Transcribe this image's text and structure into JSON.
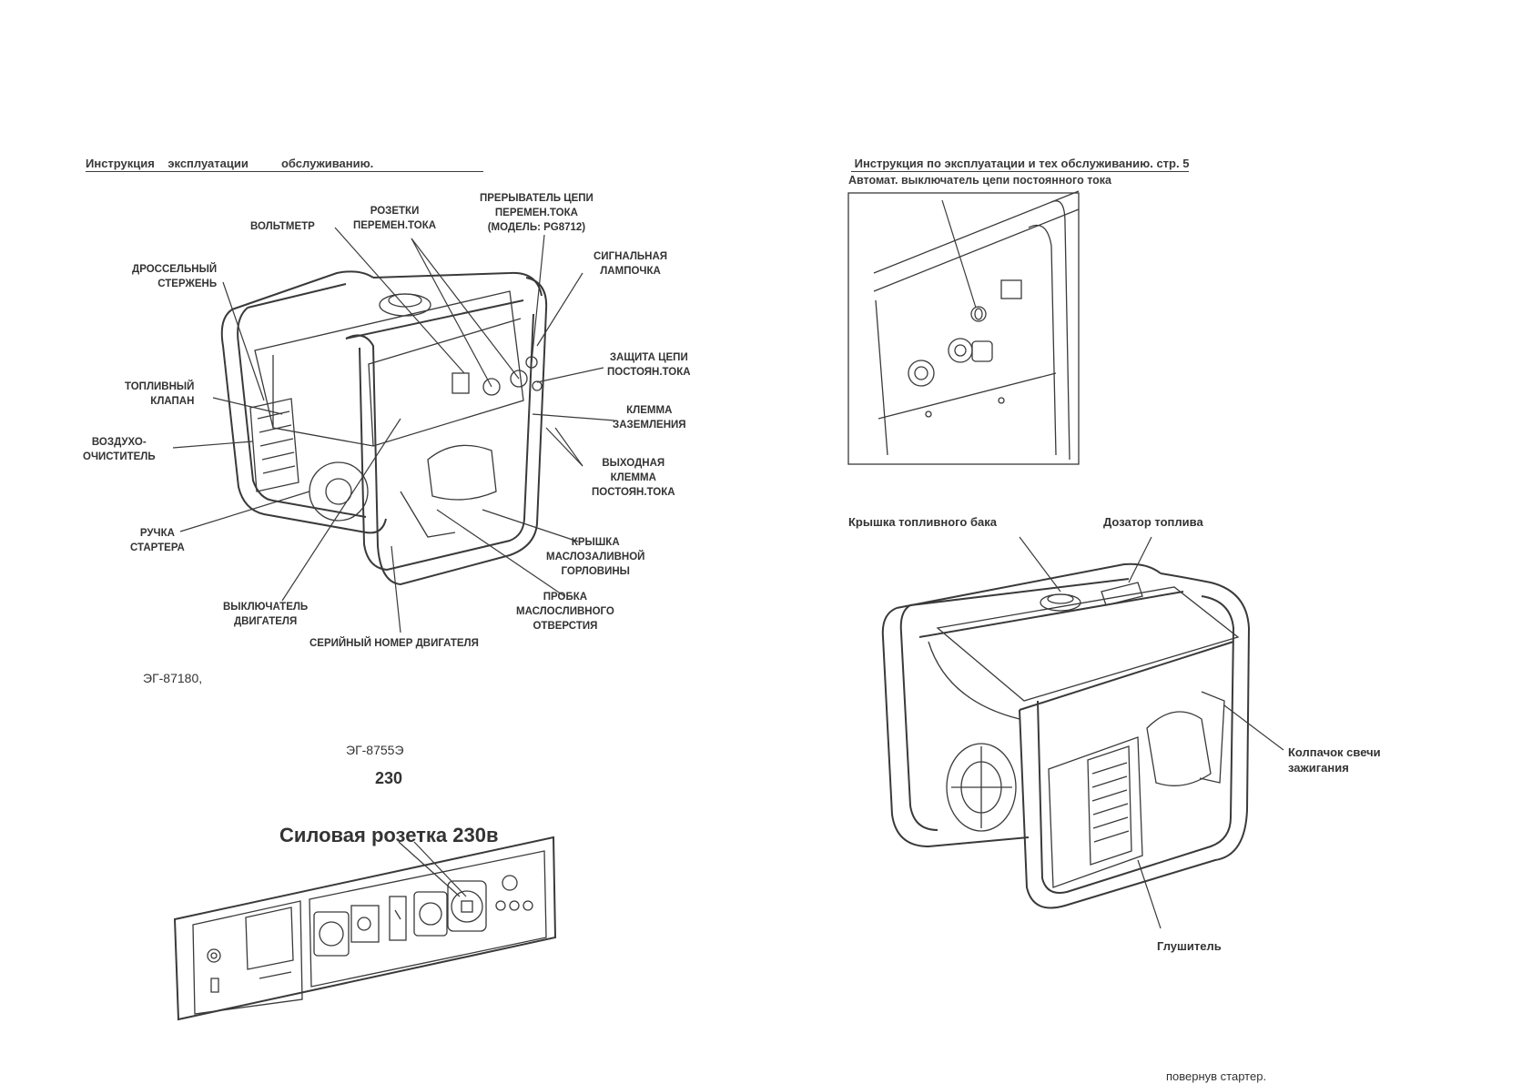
{
  "left_page": {
    "header": "Инструкция    эксплуатации          обслуживанию.",
    "diagram_labels": {
      "voltmeter": "ВОЛЬТМЕТР",
      "ac_sockets": "РОЗЕТКИ\nПЕРЕМЕН.ТОКА",
      "ac_breaker": "ПРЕРЫВАТЕЛЬ ЦЕПИ\nПЕРЕМЕН.ТОКА\n(МОДЕЛЬ: PG8712)",
      "choke_rod": "ДРОССЕЛЬНЫЙ\nСТЕРЖЕНЬ",
      "signal_lamp": "СИГНАЛЬНАЯ\nЛАМПОЧКА",
      "dc_protection": "ЗАЩИТА ЦЕПИ\nПОСТОЯН.ТОКА",
      "fuel_valve": "ТОПЛИВНЫЙ\nКЛАПАН",
      "ground_terminal": "КЛЕММА\nЗАЗЕМЛЕНИЯ",
      "air_cleaner": "ВОЗДУХО-\nОЧИСТИТЕЛЬ",
      "dc_output": "ВЫХОДНАЯ\nКЛЕММА\nПОСТОЯН.ТОКА",
      "starter_handle": "РУЧКА\nСТАРТЕРА",
      "oil_filler_cap": "КРЫШКА\nМАСЛОЗАЛИВНОЙ\nГОРЛОВИНЫ",
      "engine_switch": "ВЫКЛЮЧАТЕЛЬ\nДВИГАТЕЛЯ",
      "oil_drain_plug": "ПРОБКА\nМАСЛОСЛИВНОГО\nОТВЕРСТИЯ",
      "engine_serial": "СЕРИЙНЫЙ НОМЕР ДВИГАТЕЛЯ"
    },
    "model_1": "ЭГ-87180,",
    "model_2": "ЭГ-8755Э",
    "voltage": "230",
    "panel_title": "Силовая розетка 230в"
  },
  "right_page": {
    "header": " Инструкция по эксплуатации и тех обслуживанию. стр. 5",
    "subheader": "Автомат. выключатель цепи постоянного тока",
    "labels": {
      "fuel_cap": "Крышка топливного бака",
      "fuel_gauge": "Дозатор топлива",
      "spark_plug_cap": "Колпачок свечи\nзажигания",
      "muffler": "Глушитель"
    },
    "footer": "повернув стартер."
  }
}
